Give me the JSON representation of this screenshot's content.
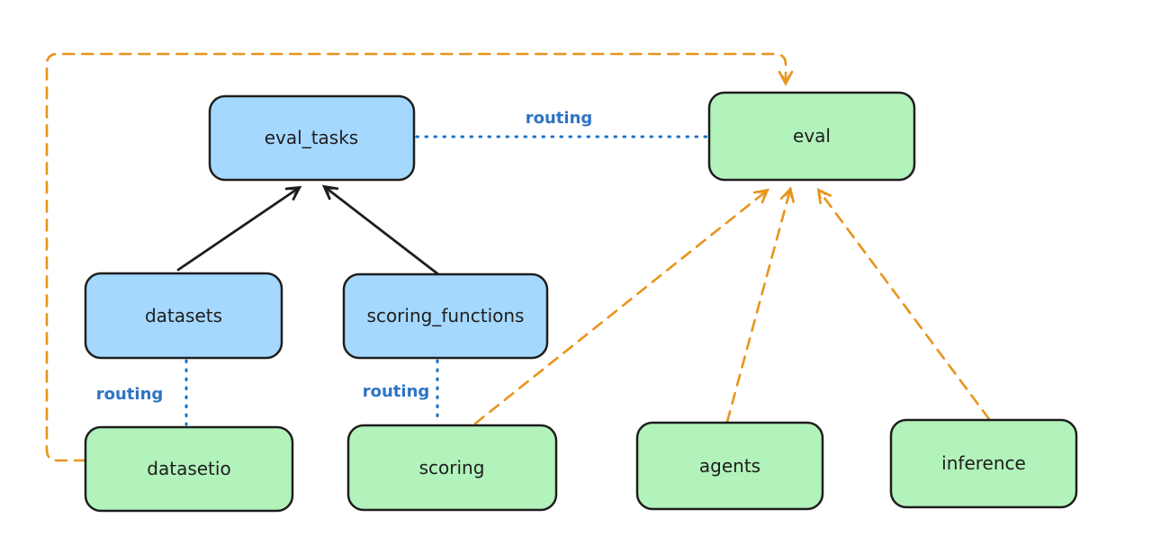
{
  "diagram": {
    "background": "#ffffff",
    "colors": {
      "registry_fill": "#a5d8ff",
      "api_fill": "#b2f2bb",
      "node_border": "#1e1e1e",
      "solid_edge": "#1e1e1e",
      "routing_edge": "#1971c2",
      "routing_text": "#2e74c4",
      "provider_edge": "#e8941c"
    },
    "nodes": [
      {
        "id": "eval_tasks",
        "label": "eval_tasks",
        "kind": "registry",
        "fill": "#a5d8ff"
      },
      {
        "id": "eval",
        "label": "eval",
        "kind": "api",
        "fill": "#b2f2bb"
      },
      {
        "id": "datasets",
        "label": "datasets",
        "kind": "registry",
        "fill": "#a5d8ff"
      },
      {
        "id": "scoring_functions",
        "label": "scoring_functions",
        "kind": "registry",
        "fill": "#a5d8ff"
      },
      {
        "id": "datasetio",
        "label": "datasetio",
        "kind": "api",
        "fill": "#b2f2bb"
      },
      {
        "id": "scoring",
        "label": "scoring",
        "kind": "api",
        "fill": "#b2f2bb"
      },
      {
        "id": "agents",
        "label": "agents",
        "kind": "api",
        "fill": "#b2f2bb"
      },
      {
        "id": "inference",
        "label": "inference",
        "kind": "api",
        "fill": "#b2f2bb"
      }
    ],
    "edges": [
      {
        "from": "datasets",
        "to": "eval_tasks",
        "style": "solid-arrow",
        "label": ""
      },
      {
        "from": "scoring_functions",
        "to": "eval_tasks",
        "style": "solid-arrow",
        "label": ""
      },
      {
        "from": "eval_tasks",
        "to": "eval",
        "style": "dotted",
        "label": "routing"
      },
      {
        "from": "datasets",
        "to": "datasetio",
        "style": "dotted",
        "label": "routing"
      },
      {
        "from": "scoring_functions",
        "to": "scoring",
        "style": "dotted",
        "label": "routing"
      },
      {
        "from": "datasetio",
        "to": "eval",
        "style": "dashed-arrow",
        "label": ""
      },
      {
        "from": "scoring",
        "to": "eval",
        "style": "dashed-arrow",
        "label": ""
      },
      {
        "from": "agents",
        "to": "eval",
        "style": "dashed-arrow",
        "label": ""
      },
      {
        "from": "inference",
        "to": "eval",
        "style": "dashed-arrow",
        "label": ""
      }
    ],
    "routing_labels": [
      {
        "text": "routing"
      },
      {
        "text": "routing"
      },
      {
        "text": "routing"
      }
    ]
  }
}
